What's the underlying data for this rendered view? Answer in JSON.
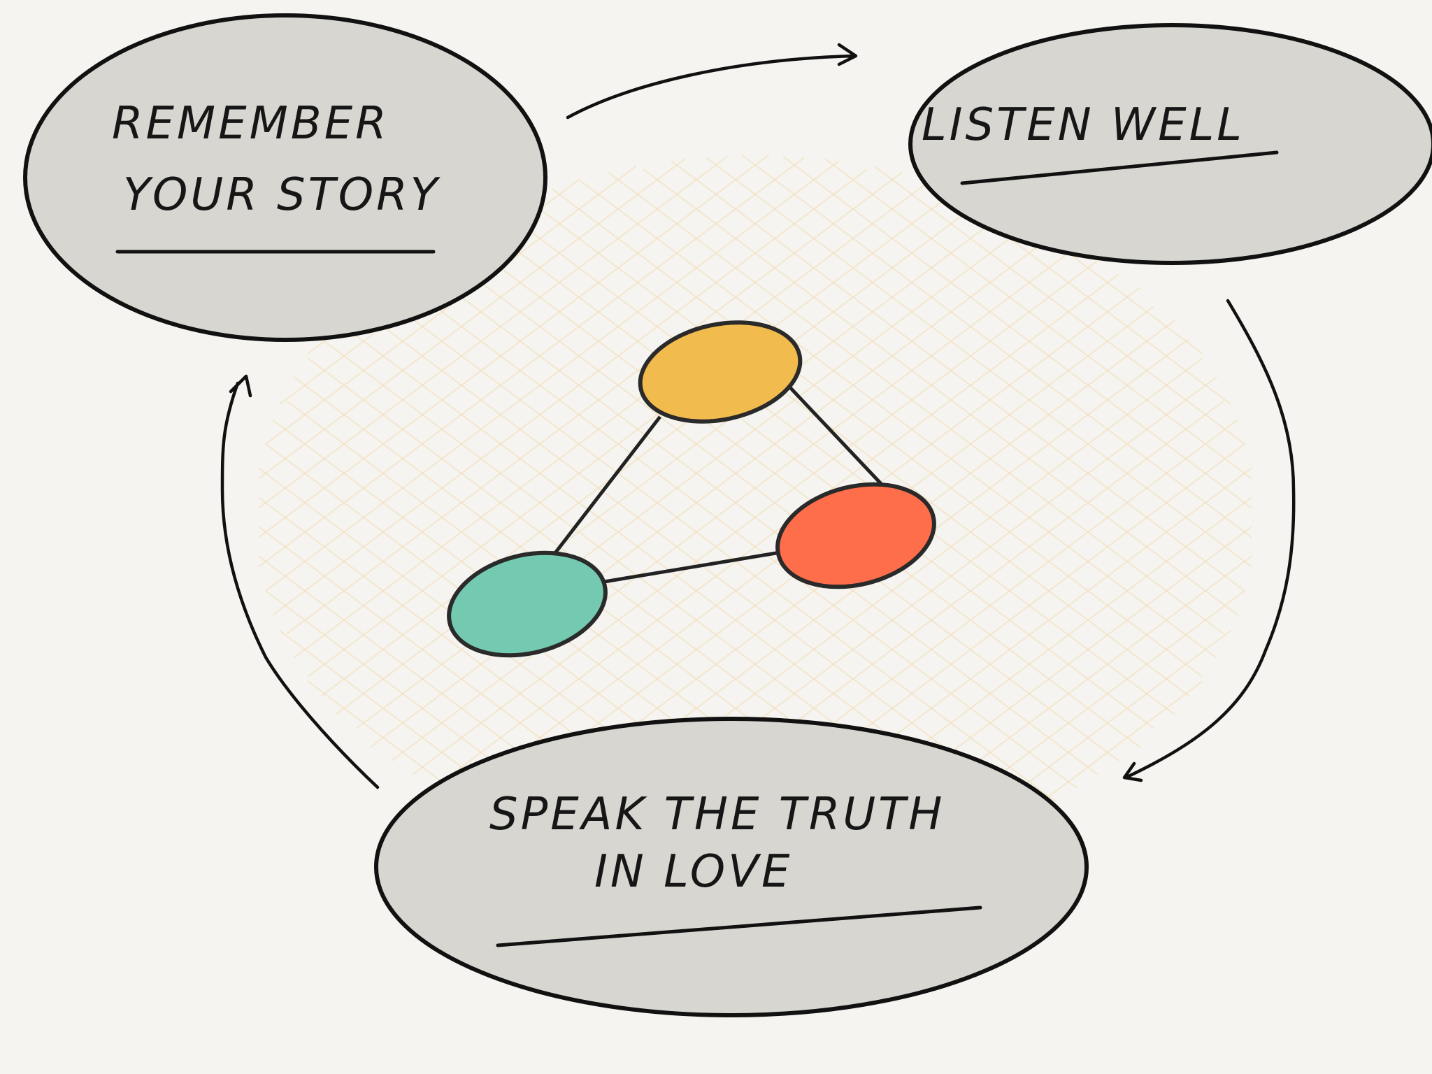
{
  "bubbles": {
    "story": {
      "line1": "Remember",
      "line2": "Your Story"
    },
    "listen": {
      "line1": "Listen Well"
    },
    "truth": {
      "line1": "Speak the Truth",
      "line2": "in Love"
    }
  },
  "nodes": {
    "top": {
      "color": "#f2bb4e"
    },
    "right": {
      "color": "#fe6e4b"
    },
    "left": {
      "color": "#74c9b1"
    }
  },
  "colors": {
    "bubble_fill": "#d7d6d1",
    "background": "#f5f4f0",
    "outline": "#111111"
  }
}
